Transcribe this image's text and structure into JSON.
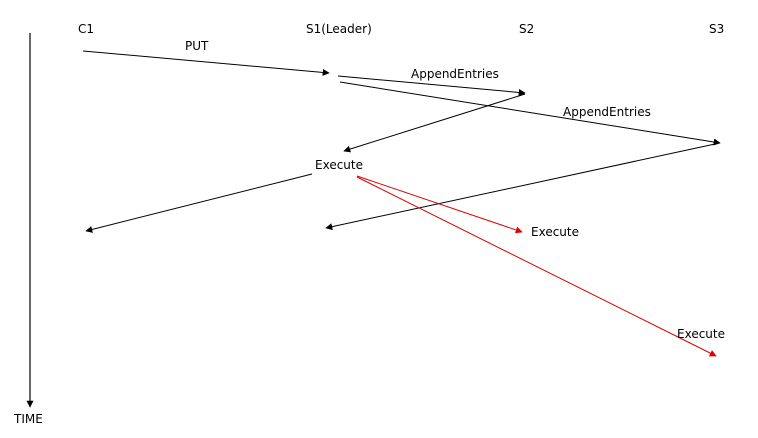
{
  "participants": {
    "client": "C1",
    "leader": "S1(Leader)",
    "follower_1": "S2",
    "follower_2": "S3"
  },
  "time_axis": {
    "label": "TIME"
  },
  "messages": {
    "put": "PUT",
    "append_entries_s2": "AppendEntries",
    "append_entries_s3": "AppendEntries",
    "execute_s1": "Execute",
    "execute_s2": "Execute",
    "execute_s3": "Execute"
  },
  "colors": {
    "message_line": "#000000",
    "execute_line": "#e00000"
  }
}
